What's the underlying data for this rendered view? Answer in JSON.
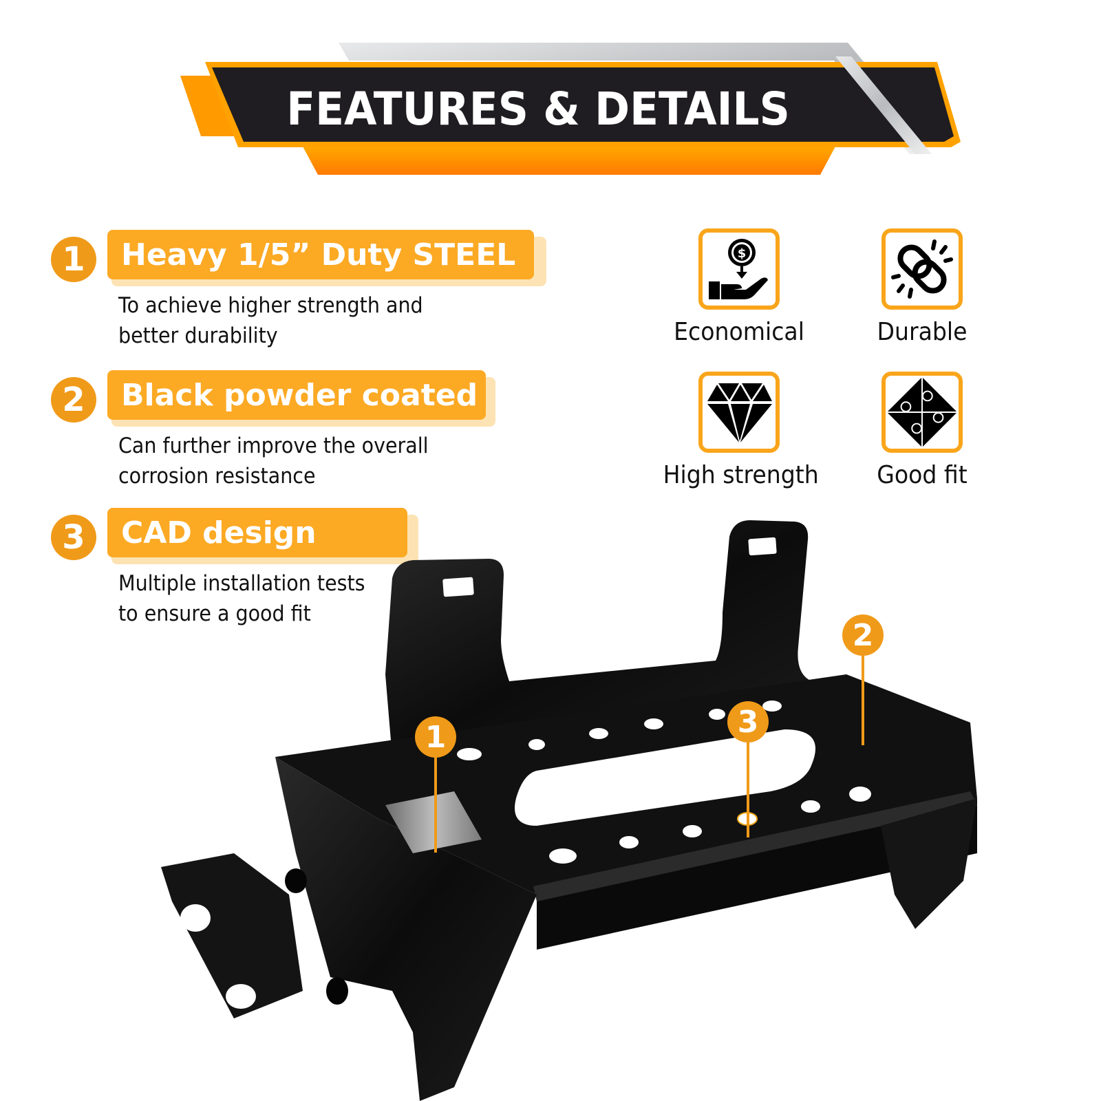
{
  "banner": {
    "title": "FEATURES & DETAILS",
    "colors": {
      "dark": "#1f1d21",
      "orange": "#ff8a00",
      "orange_light": "#ffb300",
      "silver": "#c8c9cc"
    }
  },
  "features": [
    {
      "number": "1",
      "title": "Heavy 1/5” Duty STEEL",
      "description_line1": "To achieve higher strength and",
      "description_line2": "better durability"
    },
    {
      "number": "2",
      "title": "Black powder coated",
      "description_line1": "Can further improve the overall",
      "description_line2": "corrosion resistance"
    },
    {
      "number": "3",
      "title": "CAD design",
      "description_line1": "Multiple installation tests",
      "description_line2": "to ensure a good fit"
    }
  ],
  "badges": [
    {
      "icon": "money-hand-icon",
      "label": "Economical"
    },
    {
      "icon": "chain-link-icon",
      "label": "Durable"
    },
    {
      "icon": "diamond-icon",
      "label": "High strength"
    },
    {
      "icon": "puzzle-icon",
      "label": "Good fit"
    }
  ],
  "product": {
    "name": "black winch mounting plate bracket",
    "markers": [
      "1",
      "2",
      "3"
    ]
  },
  "colors": {
    "accent": "#f09a19",
    "pill": "#fca924",
    "pill_shadow": "#fde3b4",
    "badge_border": "#f9a51b",
    "text": "#111111"
  }
}
